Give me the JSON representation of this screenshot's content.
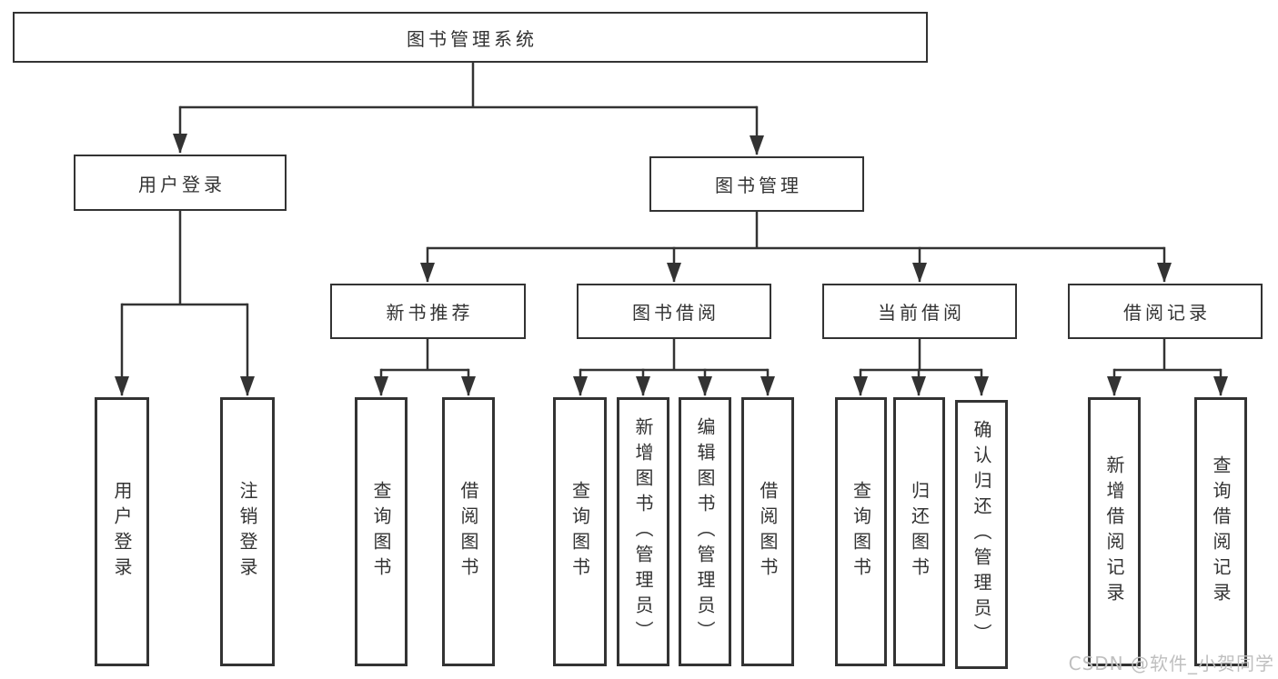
{
  "nodes": {
    "root": "图书管理系统",
    "user_login": "用户登录",
    "book_management": "图书管理",
    "new_book_recommend": "新书推荐",
    "book_borrow": "图书借阅",
    "current_borrow": "当前借阅",
    "borrow_record": "借阅记录",
    "leaf_user_login": "用户登录",
    "leaf_logout": "注销登录",
    "leaf_nbr_query_books": "查询图书",
    "leaf_nbr_borrow_books": "借阅图书",
    "leaf_bb_query_books": "查询图书",
    "leaf_bb_add_books_admin": "新增图书（管理员）",
    "leaf_bb_edit_books_admin": "编辑图书（管理员）",
    "leaf_bb_borrow_books": "借阅图书",
    "leaf_cb_query_books": "查询图书",
    "leaf_cb_return_books": "归还图书",
    "leaf_cb_confirm_return_admin": "确认归还（管理员）",
    "leaf_br_add_record": "新增借阅记录",
    "leaf_br_query_record": "查询借阅记录"
  },
  "watermark": "CSDN @软件_小贺同学",
  "colors": {
    "line": "#333333",
    "text": "#333333",
    "watermark": "#bfbfbf",
    "background": "#ffffff"
  }
}
